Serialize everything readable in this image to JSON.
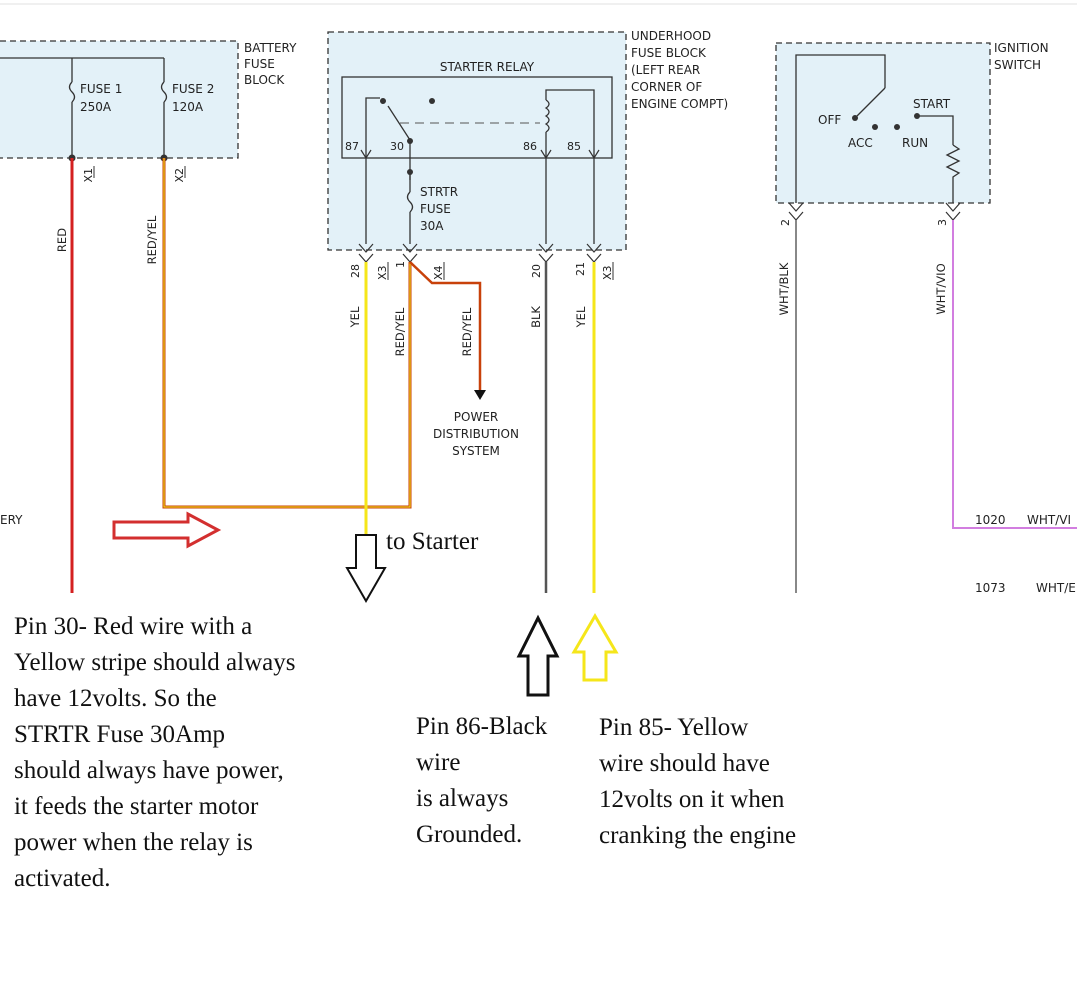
{
  "battery_fuse_block": {
    "title_lines": [
      "BATTERY",
      "FUSE",
      "BLOCK"
    ],
    "fuse1_lines": [
      "FUSE 1",
      "250A"
    ],
    "fuse2_lines": [
      "FUSE 2",
      "120A"
    ],
    "conn_x1": "X1",
    "conn_x2": "X2"
  },
  "underhood_block": {
    "title_lines": [
      "UNDERHOOD",
      "FUSE BLOCK",
      "(LEFT REAR",
      "CORNER OF",
      "ENGINE COMPT)"
    ],
    "relay_title": "STARTER RELAY",
    "pins": [
      "87",
      "30",
      "86",
      "85"
    ],
    "fuse_lines": [
      "STRTR",
      "FUSE",
      "30A"
    ],
    "conn_pins": [
      "28",
      "1",
      "20",
      "21"
    ],
    "conn_x3a": "X3",
    "conn_x4": "X4",
    "conn_x3b": "X3"
  },
  "ignition_switch": {
    "title_lines": [
      "IGNITION",
      "SWITCH"
    ],
    "positions": [
      "OFF",
      "ACC",
      "RUN",
      "START"
    ],
    "pins": [
      "2",
      "3"
    ]
  },
  "wires": {
    "red": "RED",
    "red_yel_left": "RED/YEL",
    "yel_left": "YEL",
    "red_yel_mid": "RED/YEL",
    "red_yel_branch": "RED/YEL",
    "blk": "BLK",
    "yel_right": "YEL",
    "wht_blk": "WHT/BLK",
    "wht_vio": "WHT/VIO"
  },
  "power_distribution_lines": [
    "POWER",
    "DISTRIBUTION",
    "SYSTEM"
  ],
  "edge_labels": {
    "battery_cut": "ERY",
    "c1020_num": "1020",
    "c1020_wire": "WHT/VI",
    "c1073_num": "1073",
    "c1073_wire": "WHT/E"
  },
  "annotations": {
    "to_starter": "to Starter",
    "pin30_lines": [
      "Pin 30- Red wire with a",
      "Yellow stripe should always",
      "have 12volts. So the",
      "STRTR Fuse 30Amp",
      "should always have power,",
      "it feeds the starter motor",
      "power when the relay is",
      "activated."
    ],
    "pin86_lines": [
      "Pin 86-Black",
      "wire",
      "is always",
      "Grounded."
    ],
    "pin85_lines": [
      "Pin 85- Yellow",
      "wire should have",
      "12volts on it when",
      "cranking the engine"
    ]
  },
  "colors": {
    "block_fill": "#e3f1f8",
    "red_wire": "#d42020",
    "red_yel_wire": "#c8410a",
    "yellow_wire": "#f5e61a",
    "black_wire": "#555555",
    "gray_wire": "#888888",
    "violet_wire": "#d27ee0",
    "arrow_red": "#d32f2f",
    "arrow_yellow": "#f5e61a"
  }
}
